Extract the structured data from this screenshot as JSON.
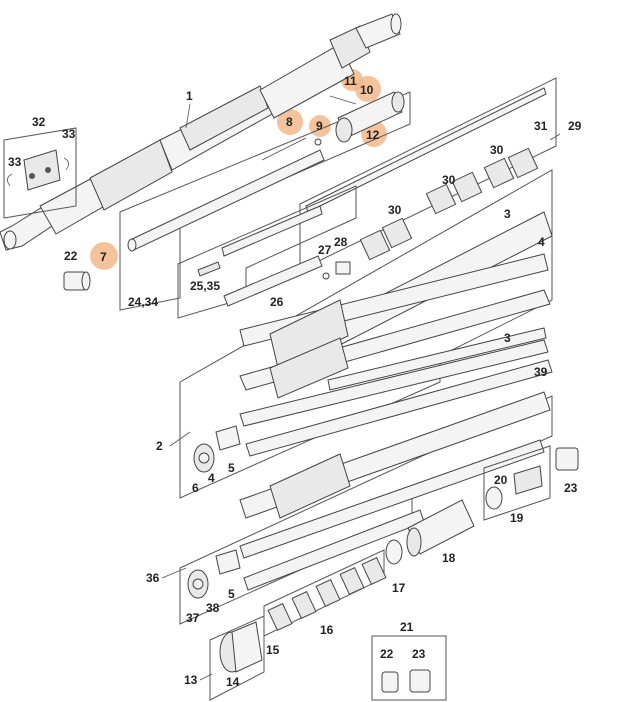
{
  "diagram": {
    "labels": {
      "p1": "1",
      "p2": "2",
      "p3a": "3",
      "p3b": "3",
      "p4a": "4",
      "p4b": "4",
      "p5a": "5",
      "p5b": "5",
      "p6": "6",
      "p7": "7",
      "p8": "8",
      "p9": "9",
      "p10": "10",
      "p11": "11",
      "p12": "12",
      "p13": "13",
      "p14": "14",
      "p15": "15",
      "p16": "16",
      "p17": "17",
      "p18": "18",
      "p19": "19",
      "p20": "20",
      "p21": "21",
      "p22a": "22",
      "p22b": "22",
      "p23a": "23",
      "p23b": "23",
      "p2434": "24,34",
      "p2535": "25,35",
      "p26": "26",
      "p27": "27",
      "p28": "28",
      "p29": "29",
      "p30a": "30",
      "p30b": "30",
      "p30c": "30",
      "p31": "31",
      "p32": "32",
      "p33a": "33",
      "p33b": "33",
      "p36": "36",
      "p37": "37",
      "p38": "38",
      "p39": "39"
    },
    "highlight_color": "#f2b98a",
    "highlighted_parts": [
      "7",
      "8",
      "9",
      "10",
      "11",
      "12"
    ]
  }
}
